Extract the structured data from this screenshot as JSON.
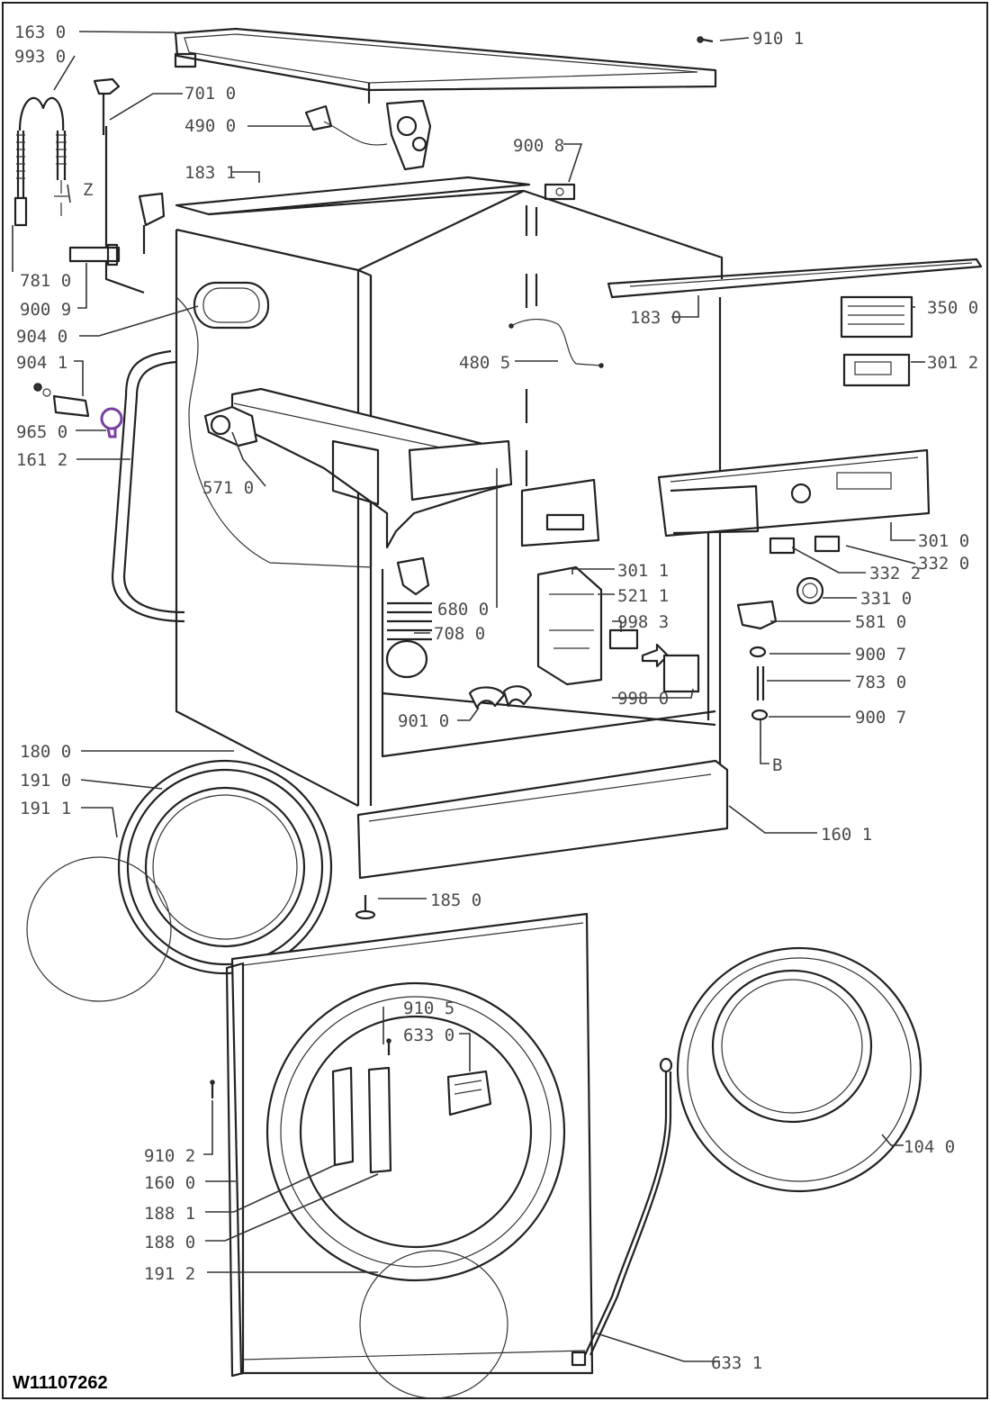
{
  "document_id": "W11107262",
  "parts": {
    "p163_0": "163 0",
    "p993_0": "993 0",
    "p701_0": "701 0",
    "p490_0": "490 0",
    "p910_1": "910 1",
    "p900_8": "900 8",
    "p183_1": "183 1",
    "p781_0": "781 0",
    "p900_9": "900 9",
    "p904_0": "904 0",
    "p904_1": "904 1",
    "p965_0": "965 0",
    "p161_2": "161 2",
    "p571_0": "571 0",
    "p183_0": "183 0",
    "p350_0": "350 0",
    "p480_5": "480 5",
    "p301_2": "301 2",
    "p301_0": "301 0",
    "p332_2": "332 2",
    "p332_0": "332 0",
    "p331_0": "331 0",
    "p301_1": "301 1",
    "p521_1": "521 1",
    "p998_3": "998 3",
    "p680_0": "680 0",
    "p708_0": "708 0",
    "p581_0": "581 0",
    "p900_7a": "900 7",
    "p783_0": "783 0",
    "p998_0": "998 0",
    "p901_0": "901 0",
    "p900_7b": "900 7",
    "p180_0": "180 0",
    "p191_0": "191 0",
    "p191_1": "191 1",
    "p160_1": "160 1",
    "p185_0": "185 0",
    "p910_5": "910 5",
    "p633_0": "633 0",
    "p910_2": "910 2",
    "p160_0": "160 0",
    "p188_1": "188 1",
    "p188_0": "188 0",
    "p191_2": "191 2",
    "p104_0": "104 0",
    "p633_1": "633 1"
  },
  "markers": {
    "z": "Z",
    "b": "B"
  },
  "colors": {
    "line": "#333333",
    "label": "#4a4a4a",
    "highlight": "#7a3fa0"
  }
}
